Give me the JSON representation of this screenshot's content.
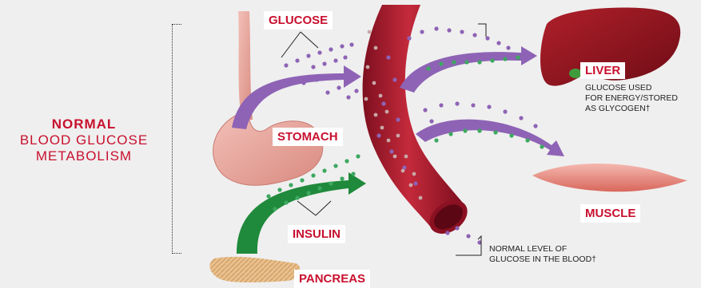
{
  "title": {
    "line1": "NORMAL",
    "line2": "BLOOD GLUCOSE",
    "line3": "METABOLISM"
  },
  "labels": {
    "glucose": "GLUCOSE",
    "stomach": "STOMACH",
    "insulin": "INSULIN",
    "pancreas": "PANCREAS",
    "liver": "LIVER",
    "muscle": "MUSCLE"
  },
  "notes": {
    "liver_line1": "GLUCOSE USED",
    "liver_line2": "FOR ENERGY/STORED",
    "liver_line3": "AS GLYCOGEN†",
    "blood_line1": "NORMAL LEVEL OF",
    "blood_line2": "GLUCOSE IN THE BLOOD†"
  },
  "colors": {
    "accent_red": "#c8102e",
    "glucose_purple": "#8e63b5",
    "insulin_green": "#1f8a3b",
    "vessel_red": "#a4162c",
    "background": "#efefef"
  }
}
